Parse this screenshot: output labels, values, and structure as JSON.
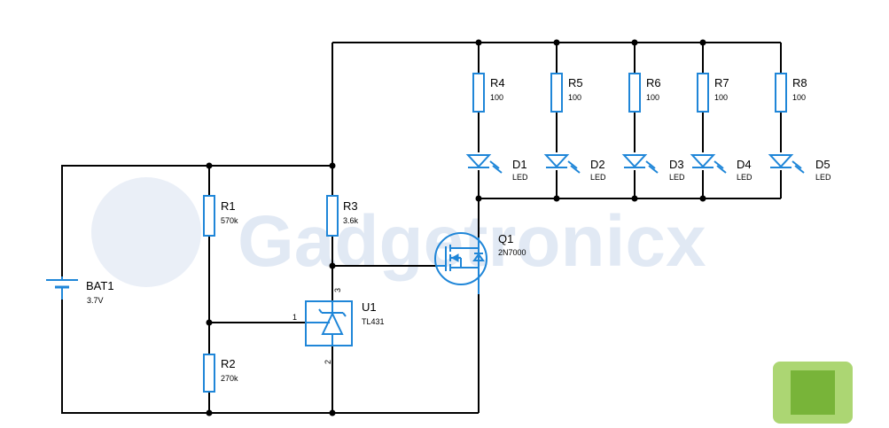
{
  "watermark": {
    "text": "Gadgetronicx"
  },
  "components": {
    "bat1": {
      "ref": "BAT1",
      "value": "3.7V"
    },
    "r1": {
      "ref": "R1",
      "value": "570k"
    },
    "r2": {
      "ref": "R2",
      "value": "270k"
    },
    "r3": {
      "ref": "R3",
      "value": "3.6k"
    },
    "r4": {
      "ref": "R4",
      "value": "100"
    },
    "r5": {
      "ref": "R5",
      "value": "100"
    },
    "r6": {
      "ref": "R6",
      "value": "100"
    },
    "r7": {
      "ref": "R7",
      "value": "100"
    },
    "r8": {
      "ref": "R8",
      "value": "100"
    },
    "d1": {
      "ref": "D1",
      "value": "LED"
    },
    "d2": {
      "ref": "D2",
      "value": "LED"
    },
    "d3": {
      "ref": "D3",
      "value": "LED"
    },
    "d4": {
      "ref": "D4",
      "value": "LED"
    },
    "d5": {
      "ref": "D5",
      "value": "LED"
    },
    "u1": {
      "ref": "U1",
      "value": "TL431",
      "pins": {
        "ref_pin": "1",
        "anode_pin": "2",
        "cathode_pin": "3"
      }
    },
    "q1": {
      "ref": "Q1",
      "value": "2N7000"
    }
  },
  "colors": {
    "component": "#1f86d8",
    "wire": "#000000",
    "watermark": "#7f9fd0",
    "logo": "#8cc63f"
  }
}
